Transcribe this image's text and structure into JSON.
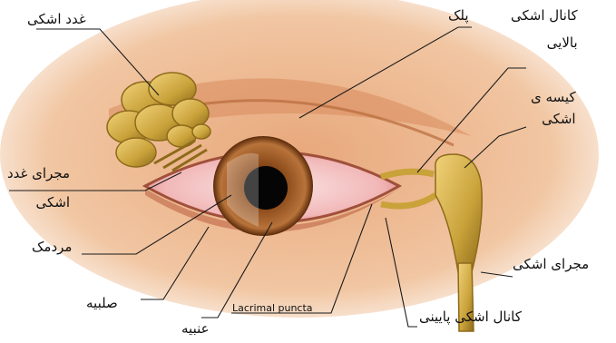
{
  "labels": {
    "lacrimal_gland": "غدد اشکی",
    "eyelid": "پلک",
    "upper_canal_line1": "کانال اشکی",
    "upper_canal_line2": "بالایی",
    "sac_line1": "کیسه ی",
    "sac_line2": "اشکی",
    "gland_duct_line1": "مجرای غدد",
    "gland_duct_line2": "اشکی",
    "pupil": "مردمک",
    "nasolacrimal_duct": "مجرای اشکی",
    "sclera": "صلبیه",
    "lacrimal_puncta": "Lacrimal puncta",
    "lower_canal": "کانال اشکی پایینی",
    "iris": "عنبیه"
  }
}
